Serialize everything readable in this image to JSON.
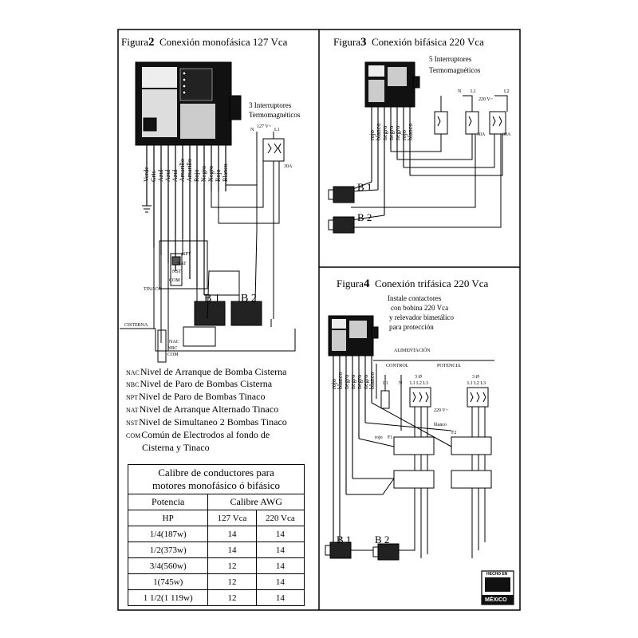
{
  "figure2": {
    "fig_label": "Figura",
    "fig_num": "2",
    "title": "Conexión monofásica 127 Vca",
    "breakers_label_1": "3 Interruptores",
    "breakers_label_2": "Termomagnéticos",
    "voltage": "127 V~",
    "n_label": "N",
    "l1_label": "L1",
    "amp": "30A",
    "wires": [
      "Verde",
      "Gris",
      "Azul",
      "Azul",
      "Azul",
      "Amarillo",
      "Amarillo",
      "Rojo",
      "Negro",
      "Negro",
      "Rojo",
      "Blanco"
    ],
    "tinaco_label": "TINACO",
    "cisterna_label": "CISTERNA",
    "electrodes_tinaco": [
      "NPT",
      "NAT",
      "NST",
      "COM"
    ],
    "electrodes_cisterna": [
      "NAC",
      "NBC",
      "COM"
    ],
    "b1": "B 1",
    "b2": "B 2"
  },
  "figure3": {
    "fig_label": "Figura",
    "fig_num": "3",
    "title": "Conexión bifásica 220 Vca",
    "breakers_label_1": "5 Interruptores",
    "breakers_label_2": "Termomagnéticos",
    "n_label": "N",
    "l1_label": "L1",
    "l2_label": "L2",
    "voltage": "220 V~",
    "amp": "30A",
    "wires": [
      "rojo",
      "blanco",
      "negro",
      "negro",
      "negro",
      "rojo",
      "blanco"
    ],
    "b1": "B 1",
    "b2": "B 2"
  },
  "figure4": {
    "fig_label": "Figura",
    "fig_num": "4",
    "title": "Conexión trifásica 220 Vca",
    "note": [
      "Instale contactores",
      "con bobina 220 Vca",
      "y relevador bimetálico",
      "para protección"
    ],
    "alimentacion": "ALIMENTACIÓN",
    "control": "CONTROL",
    "potencia": "POTENCIA",
    "three_phase": "3 Ø",
    "l1": "L1",
    "n": "N",
    "l123": "L1 L2 L3",
    "voltage": "220 V~",
    "blanco": "blanco",
    "rojo": "rojo",
    "f1": "F1",
    "f2": "F2",
    "wires": [
      "rojo",
      "blanco",
      "negro",
      "negro",
      "negro",
      "negro",
      "blanco"
    ],
    "b1": "B 1",
    "b2": "B 2"
  },
  "legend": [
    {
      "code": "NAC",
      "text": "Nivel de Arranque de Bomba Cisterna"
    },
    {
      "code": "NBC",
      "text": "Nivel de Paro de  Bombas Cisterna"
    },
    {
      "code": "NPT",
      "text": "Nivel de Paro de Bombas Tinaco"
    },
    {
      "code": "NAT",
      "text": "Nivel de Arranque Alternado Tinaco"
    },
    {
      "code": "NST",
      "text": "Nivel de Simultaneo 2 Bombas Tinaco"
    },
    {
      "code": "COM",
      "text": "Común de Electrodos al fondo de"
    },
    {
      "code": "",
      "text": "Cisterna y Tinaco"
    }
  ],
  "table": {
    "title_1": "Calibre de conductores para",
    "title_2": "motores monofásico ó bifásico",
    "col_potencia": "Potencia",
    "col_calibre": "Calibre  AWG",
    "sub_hp": "HP",
    "sub_127": "127 Vca",
    "sub_220": "220 Vca",
    "rows": [
      [
        "1/4(187w)",
        "14",
        "14"
      ],
      [
        "1/2(373w)",
        "14",
        "14"
      ],
      [
        "3/4(560w)",
        "12",
        "14"
      ],
      [
        "1(745w)",
        "12",
        "14"
      ],
      [
        "1 1/2(1 119w)",
        "12",
        "14"
      ]
    ]
  },
  "badge": {
    "top": "HECHO EN",
    "bottom": "MÉXICO"
  }
}
